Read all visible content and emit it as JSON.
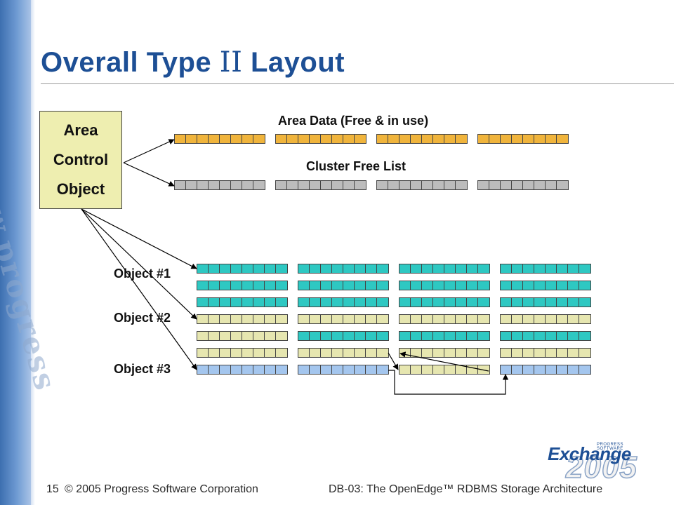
{
  "slide": {
    "title_prefix": "Overall Type ",
    "title_roman": "II",
    "title_suffix": " Layout",
    "watermark_text": "www.progress"
  },
  "area_control_object": {
    "lines": [
      "Area",
      "Control",
      "Object"
    ]
  },
  "labels": {
    "area_data": "Area Data (Free & in use)",
    "cluster_free_list": "Cluster Free List",
    "object_1": "Object #1",
    "object_2": "Object #2",
    "object_3": "Object #3"
  },
  "footer": {
    "page_number": "15",
    "copyright": "© 2005 Progress Software Corporation",
    "session": "DB-03: The OpenEdge™ RDBMS Storage Architecture"
  },
  "logo": {
    "word": "Exchange",
    "tagline": "PROGRESS SOFTWARE",
    "year": "2005"
  },
  "colors": {
    "title": "#1d4f95",
    "area_data_block": "#f0b43c",
    "free_list_block": "#bcbcbc",
    "object_1_block": "#2ec8c2",
    "object_2_block": "#e6e6b0",
    "object_3_block": "#a4c6ee",
    "control_object_fill": "#eeeeb0"
  },
  "diagram": {
    "cells_per_cluster": 8,
    "area_data_clusters": 4,
    "free_list_clusters": 4,
    "object_grid_rows": [
      [
        "object_1",
        "object_1",
        "object_1",
        "object_1"
      ],
      [
        "object_1",
        "object_1",
        "object_1",
        "object_1"
      ],
      [
        "object_1",
        "object_1",
        "object_1",
        "object_1"
      ],
      [
        "object_2",
        "object_2",
        "object_2",
        "object_2"
      ],
      [
        "object_2",
        "object_1",
        "object_1",
        "object_1"
      ],
      [
        "object_2",
        "object_2",
        "object_2",
        "object_2"
      ],
      [
        "object_3",
        "object_3",
        "object_2",
        "object_3"
      ]
    ]
  }
}
